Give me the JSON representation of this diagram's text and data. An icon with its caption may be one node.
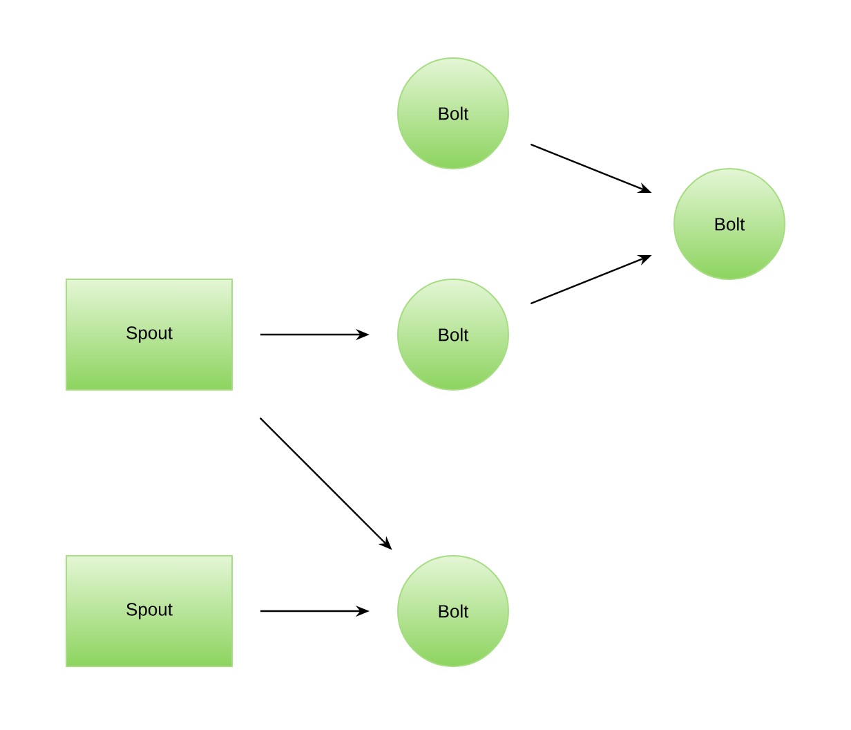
{
  "diagram": {
    "nodes": [
      {
        "text": [
          "Bolt"
        ]
      },
      {
        "text": [
          "Bolt"
        ]
      },
      {
        "text": [
          "Spout"
        ]
      },
      {
        "text": [
          "Bolt"
        ]
      },
      {
        "text": [
          "Spout"
        ]
      },
      {
        "text": [
          "Bolt"
        ]
      }
    ],
    "edges": [
      {
        "from": 0,
        "to": 1,
        "arrow": "to"
      },
      {
        "from": 3,
        "to": 1,
        "arrow": "to"
      },
      {
        "from": 2,
        "to": 3,
        "arrow": "to"
      },
      {
        "from": 2,
        "to": 5,
        "arrow": "to"
      },
      {
        "from": 4,
        "to": 5,
        "arrow": "to"
      }
    ]
  }
}
